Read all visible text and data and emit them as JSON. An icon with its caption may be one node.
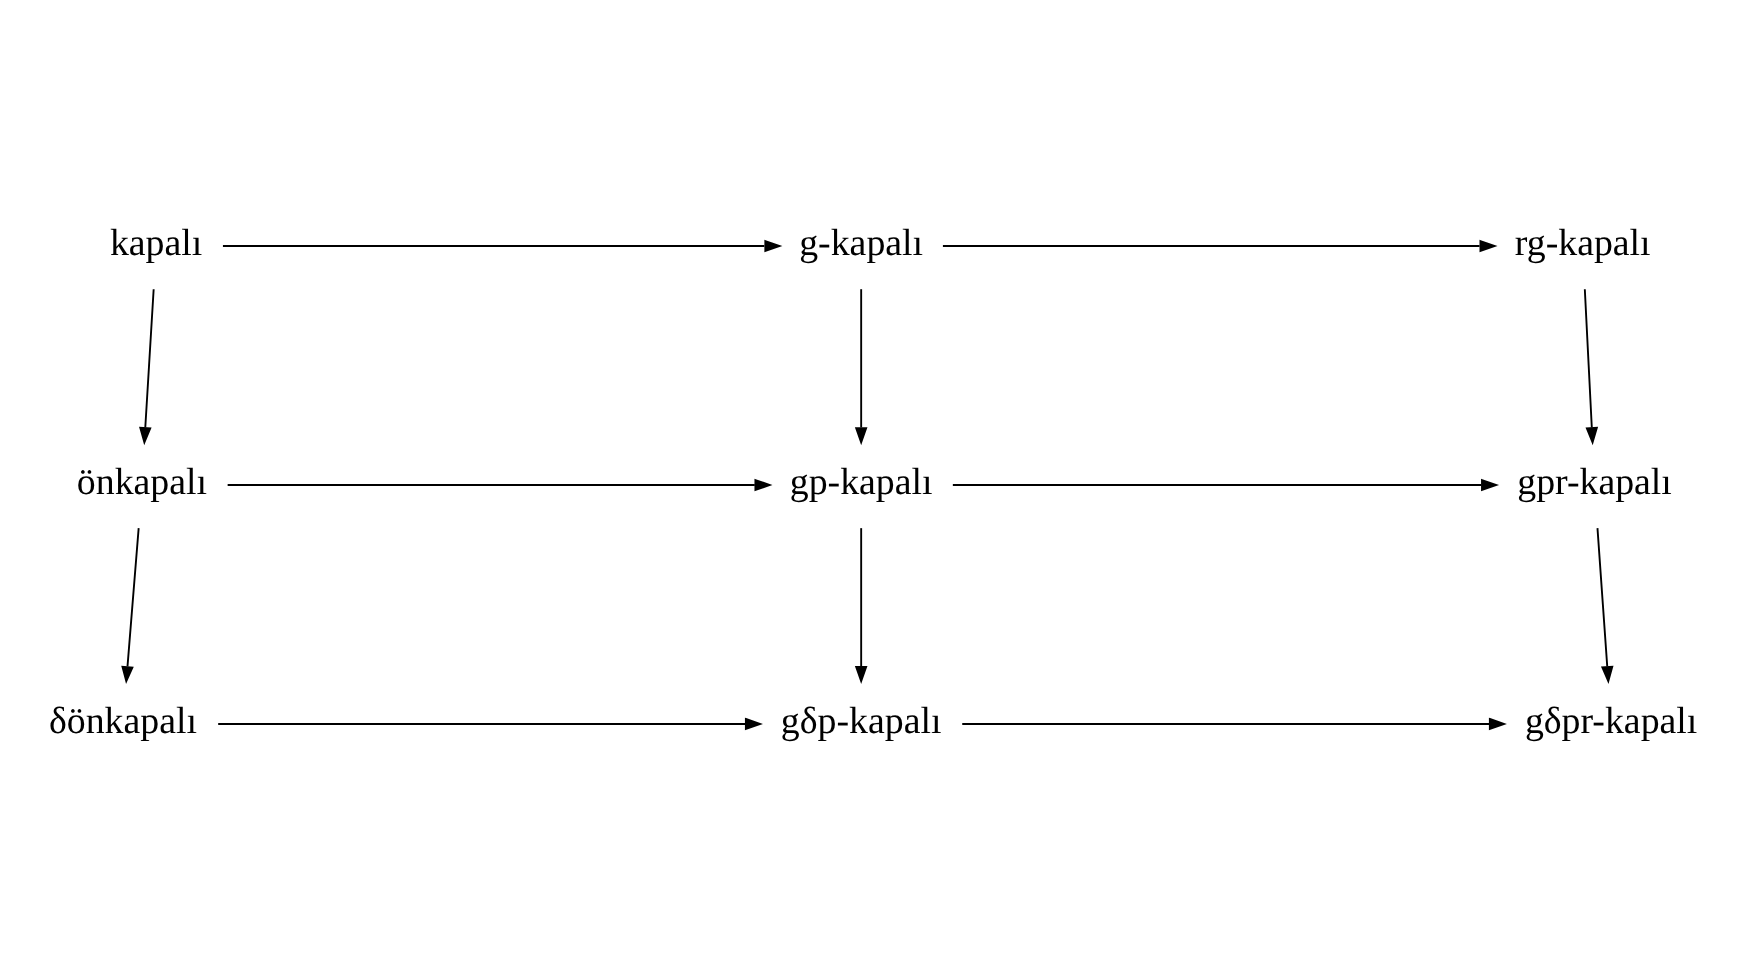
{
  "diagram": {
    "nodes": [
      {
        "text": [
          "kapalı"
        ]
      },
      {
        "text": [
          "g-kapalı"
        ]
      },
      {
        "text": [
          "rg-kapalı"
        ]
      },
      {
        "text": [
          "önkapalı"
        ]
      },
      {
        "text": [
          "gp-kapalı"
        ]
      },
      {
        "text": [
          "gpr-kapalı"
        ]
      },
      {
        "text": [
          "δönkapalı"
        ]
      },
      {
        "text": [
          "gδp-kapalı"
        ]
      },
      {
        "text": [
          "gδpr-kapalı"
        ]
      }
    ],
    "edges": [
      {
        "from": 0,
        "to": 1,
        "arrow": "to"
      },
      {
        "from": 1,
        "to": 2,
        "arrow": "to"
      },
      {
        "from": 3,
        "to": 4,
        "arrow": "to"
      },
      {
        "from": 4,
        "to": 5,
        "arrow": "to"
      },
      {
        "from": 6,
        "to": 7,
        "arrow": "to"
      },
      {
        "from": 7,
        "to": 8,
        "arrow": "to"
      },
      {
        "from": 0,
        "to": 3,
        "arrow": "to"
      },
      {
        "from": 1,
        "to": 4,
        "arrow": "to"
      },
      {
        "from": 2,
        "to": 5,
        "arrow": "to"
      },
      {
        "from": 3,
        "to": 6,
        "arrow": "to"
      },
      {
        "from": 4,
        "to": 7,
        "arrow": "to"
      },
      {
        "from": 5,
        "to": 8,
        "arrow": "to"
      }
    ]
  }
}
